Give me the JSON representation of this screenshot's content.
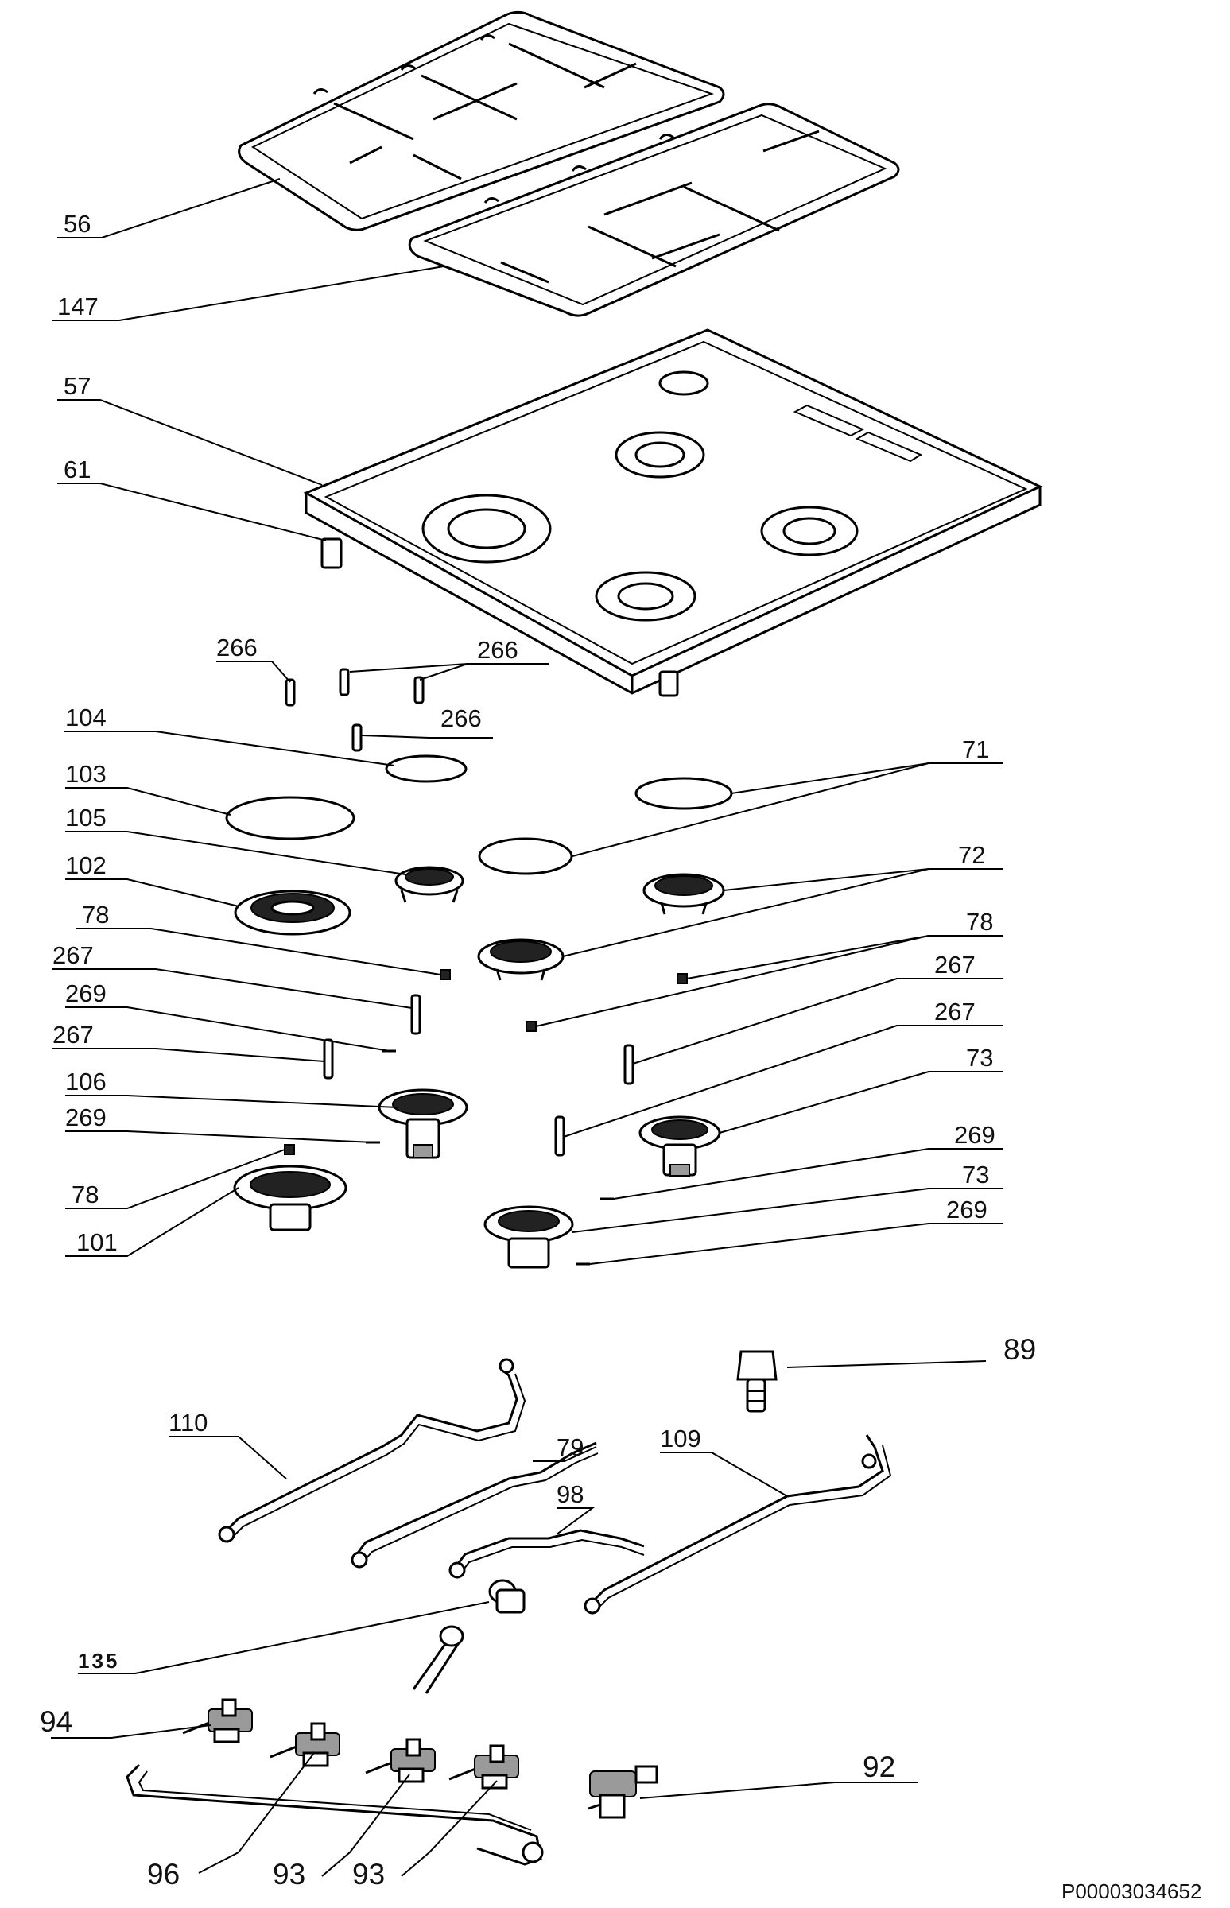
{
  "document_code": "P00003034652",
  "callouts": [
    {
      "id": "56",
      "text": "56"
    },
    {
      "id": "147",
      "text": "147"
    },
    {
      "id": "57",
      "text": "57"
    },
    {
      "id": "61",
      "text": "61"
    },
    {
      "id": "266a",
      "text": "266"
    },
    {
      "id": "266b",
      "text": "266"
    },
    {
      "id": "266c",
      "text": "266"
    },
    {
      "id": "104",
      "text": "104"
    },
    {
      "id": "103",
      "text": "103"
    },
    {
      "id": "105",
      "text": "105"
    },
    {
      "id": "102",
      "text": "102"
    },
    {
      "id": "78a",
      "text": "78"
    },
    {
      "id": "267a",
      "text": "267"
    },
    {
      "id": "269a",
      "text": "269"
    },
    {
      "id": "267b",
      "text": "267"
    },
    {
      "id": "106",
      "text": "106"
    },
    {
      "id": "269b",
      "text": "269"
    },
    {
      "id": "78b",
      "text": "78"
    },
    {
      "id": "101",
      "text": "101"
    },
    {
      "id": "71",
      "text": "71"
    },
    {
      "id": "72",
      "text": "72"
    },
    {
      "id": "78c",
      "text": "78"
    },
    {
      "id": "267c",
      "text": "267"
    },
    {
      "id": "267d",
      "text": "267"
    },
    {
      "id": "73a",
      "text": "73"
    },
    {
      "id": "269c",
      "text": "269"
    },
    {
      "id": "73b",
      "text": "73"
    },
    {
      "id": "269d",
      "text": "269"
    },
    {
      "id": "89",
      "text": "89"
    },
    {
      "id": "110",
      "text": "110"
    },
    {
      "id": "79",
      "text": "79"
    },
    {
      "id": "98",
      "text": "98"
    },
    {
      "id": "109",
      "text": "109"
    },
    {
      "id": "135",
      "text": "135"
    },
    {
      "id": "94",
      "text": "94"
    },
    {
      "id": "96",
      "text": "96"
    },
    {
      "id": "93a",
      "text": "93"
    },
    {
      "id": "93b",
      "text": "93"
    },
    {
      "id": "92",
      "text": "92"
    }
  ]
}
